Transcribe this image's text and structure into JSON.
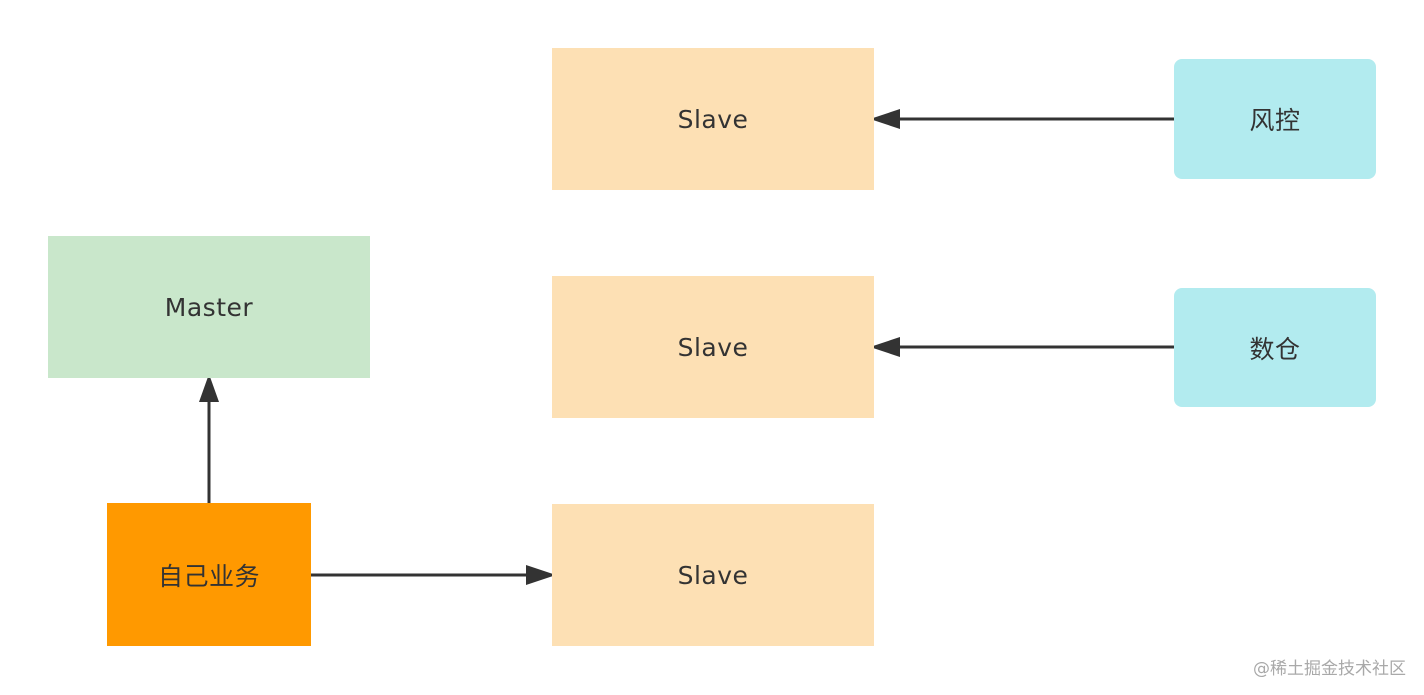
{
  "colors": {
    "master": "#c9e7cb",
    "slave": "#fde0b4",
    "self_service": "#ff9900",
    "consumer": "#b2ebef",
    "arrow": "#333333",
    "text": "#333333",
    "watermark": "#a9a9a9"
  },
  "nodes": {
    "master": "Master",
    "slave_1": "Slave",
    "slave_2": "Slave",
    "slave_3": "Slave",
    "self_service": "自己业务",
    "risk_control": "风控",
    "data_warehouse": "数仓"
  },
  "watermark": "@稀土掘金技术社区"
}
